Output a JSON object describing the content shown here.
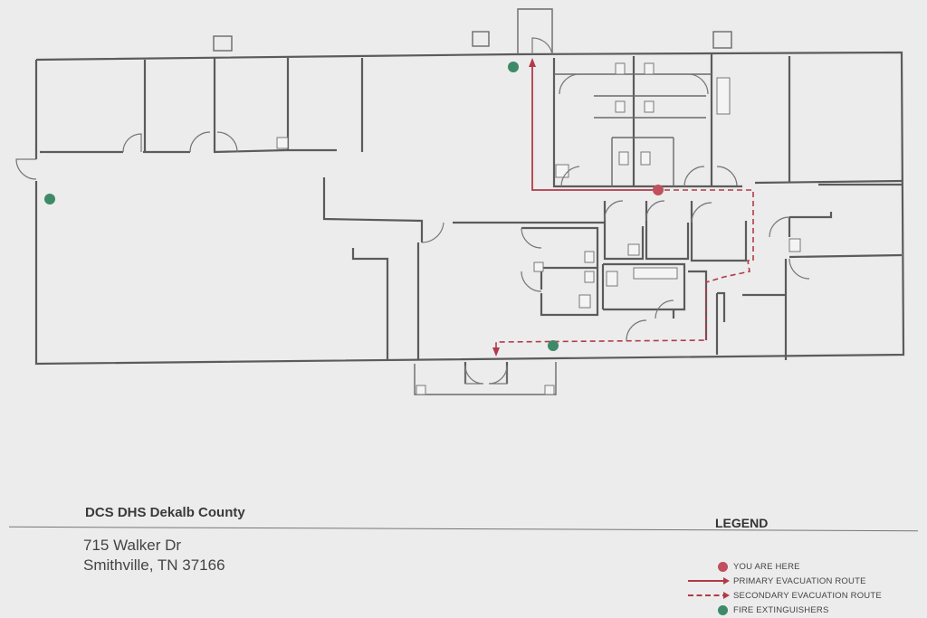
{
  "title_block": {
    "facility": "DCS DHS Dekalb County",
    "address_line1": "715 Walker Dr",
    "address_line2": "Smithville, TN 37166"
  },
  "legend": {
    "title": "LEGEND",
    "items": [
      {
        "key": "you-are-here",
        "label": "YOU ARE HERE",
        "symbol": "dot",
        "color": "#c0505c"
      },
      {
        "key": "primary-route",
        "label": "PRIMARY EVACUATION ROUTE",
        "symbol": "solid-arrow",
        "color": "#b23a48"
      },
      {
        "key": "secondary-route",
        "label": "SECONDARY EVACUATION ROUTE",
        "symbol": "dashed-arrow",
        "color": "#b23a48"
      },
      {
        "key": "fire-extinguishers",
        "label": "FIRE EXTINGUISHERS",
        "symbol": "dot",
        "color": "#3e8a68"
      }
    ]
  },
  "colors": {
    "you_are_here": "#c0505c",
    "primary_route": "#b23a48",
    "secondary_route": "#b23a48",
    "fire_extinguisher": "#3e8a68",
    "wall": "#5b5b5b"
  }
}
